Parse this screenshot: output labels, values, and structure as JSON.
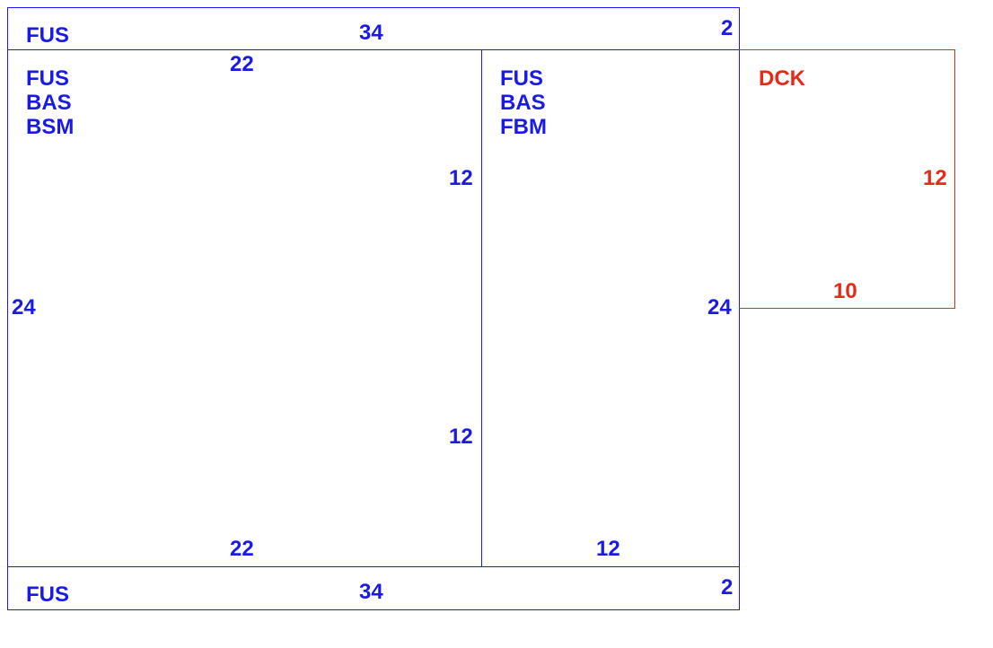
{
  "colors": {
    "primary": "#1a1ae6",
    "accent": "#e62a1a",
    "background": "#ffffff"
  },
  "top_strip": {
    "label": "FUS",
    "width": "34",
    "height": "2"
  },
  "left_room": {
    "labels": [
      "FUS",
      "BAS",
      "BSM"
    ],
    "top": "22",
    "left": "24",
    "bottom": "22",
    "right_upper": "12",
    "right_lower": "12"
  },
  "right_room": {
    "labels": [
      "FUS",
      "BAS",
      "FBM"
    ],
    "bottom": "12",
    "right": "24"
  },
  "deck": {
    "label": "DCK",
    "height": "12",
    "width": "10"
  },
  "bottom_strip": {
    "label": "FUS",
    "width": "34",
    "height": "2"
  }
}
